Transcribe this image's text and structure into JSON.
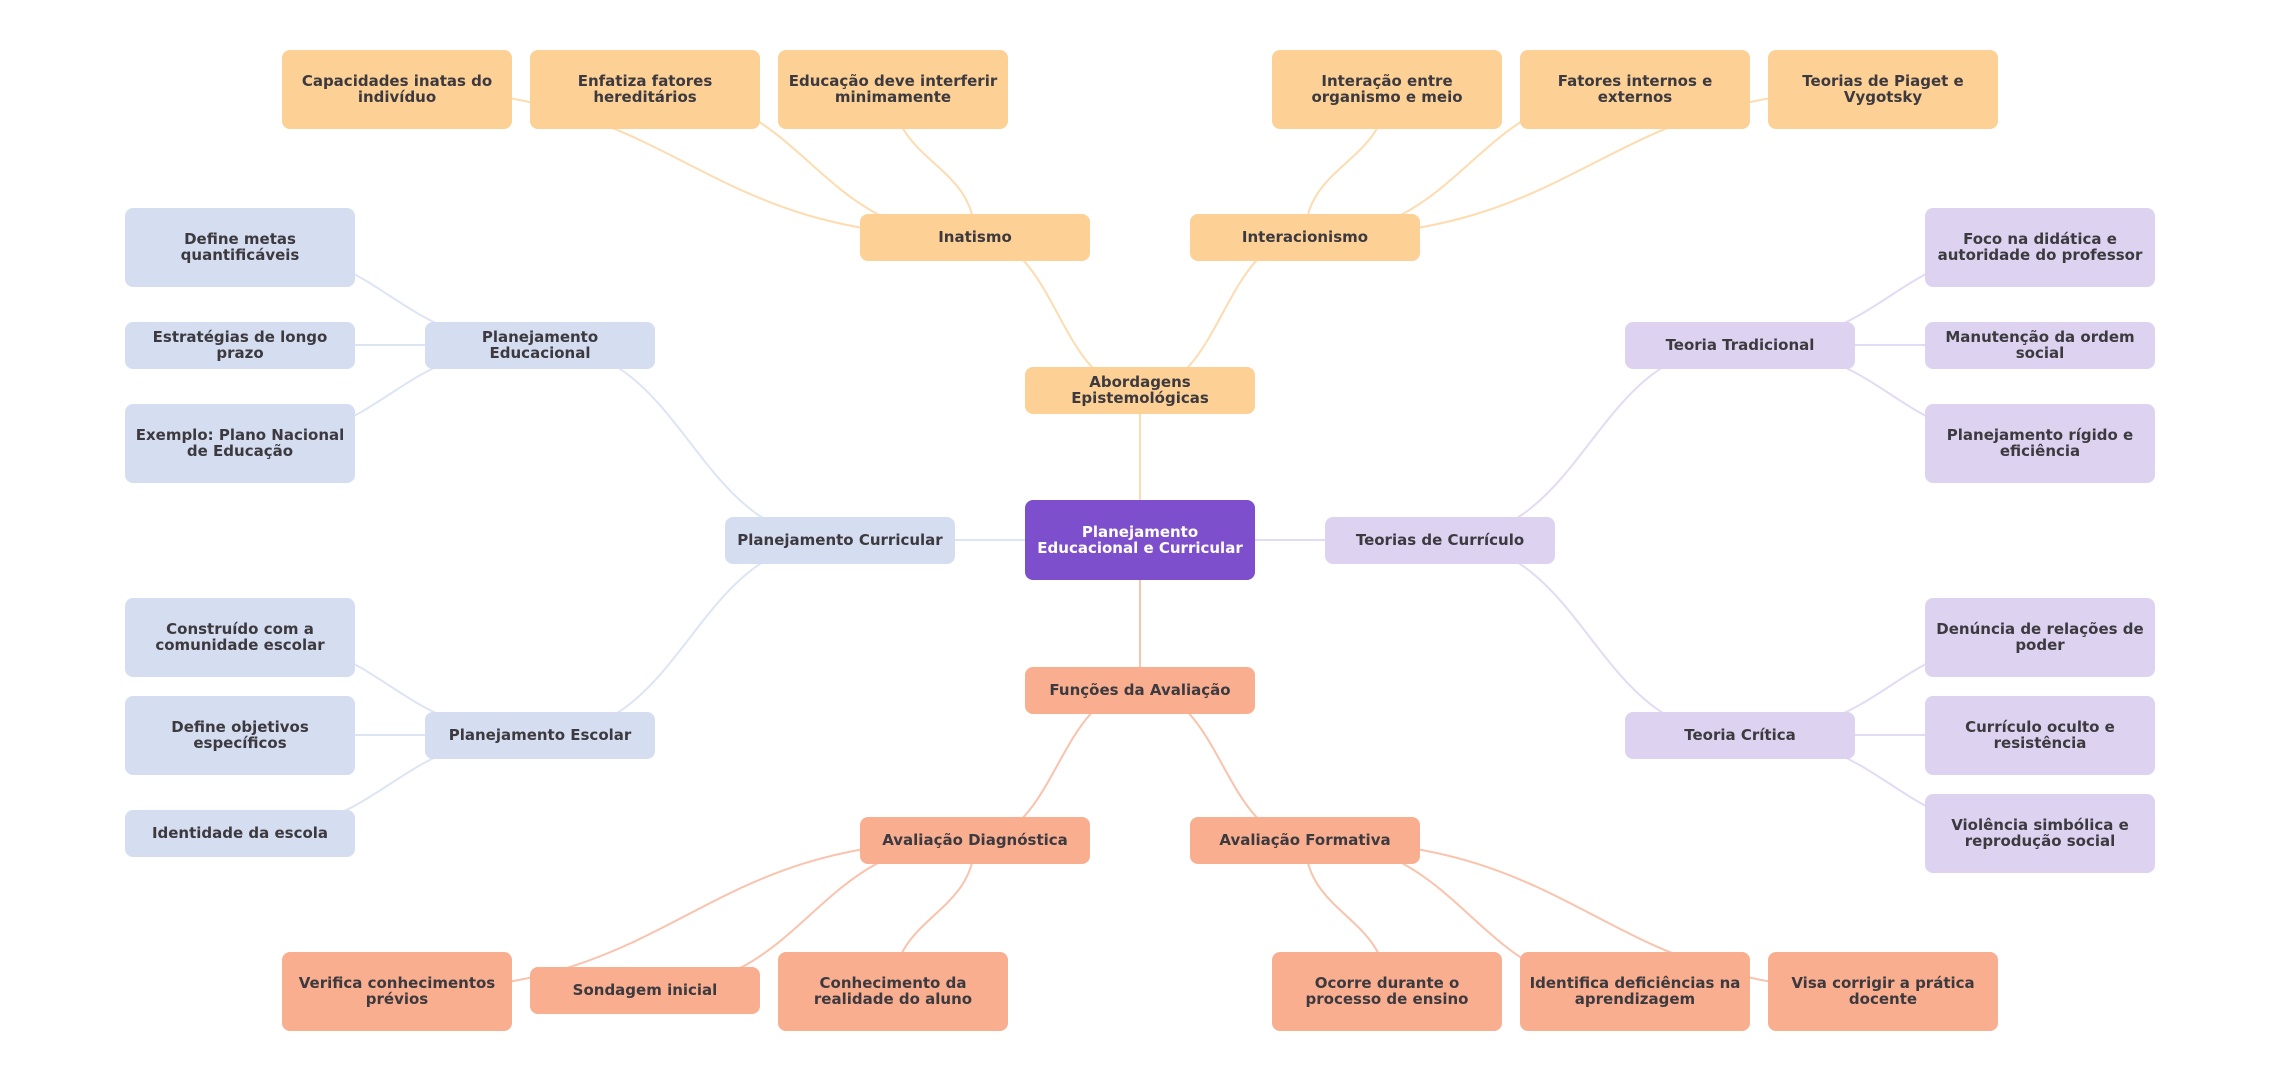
{
  "title": "Planejamento Educacional e Curricular",
  "colors": {
    "root_fill": "#7e4fcc",
    "root_text": "#ffffff",
    "text": "#3d3a3f",
    "orange_fill": "#fdd095",
    "orange_edge": "#fddcb0",
    "salmon_fill": "#f9ae90",
    "salmon_edge": "#f9c3ad",
    "blue_fill": "#d5ddf1",
    "blue_edge": "#dde5f5",
    "lavender_fill": "#ddd3f1",
    "lavender_edge": "#e3dbf4"
  },
  "nodes": [
    {
      "id": "root",
      "label": "Planejamento Educacional e Curricular",
      "branch": "root"
    },
    {
      "id": "abordagens",
      "label": "Abordagens Epistemológicas",
      "branch": "orange",
      "parent": "root"
    },
    {
      "id": "inatismo",
      "label": "Inatismo",
      "branch": "orange",
      "parent": "abordagens"
    },
    {
      "id": "inat1",
      "label": "Capacidades inatas do indivíduo",
      "branch": "orange",
      "parent": "inatismo"
    },
    {
      "id": "inat2",
      "label": "Enfatiza fatores hereditários",
      "branch": "orange",
      "parent": "inatismo"
    },
    {
      "id": "inat3",
      "label": "Educação deve interferir minimamente",
      "branch": "orange",
      "parent": "inatismo"
    },
    {
      "id": "interacionismo",
      "label": "Interacionismo",
      "branch": "orange",
      "parent": "abordagens"
    },
    {
      "id": "int1",
      "label": "Interação entre organismo e meio",
      "branch": "orange",
      "parent": "interacionismo"
    },
    {
      "id": "int2",
      "label": "Fatores internos e externos",
      "branch": "orange",
      "parent": "interacionismo"
    },
    {
      "id": "int3",
      "label": "Teorias de Piaget e Vygotsky",
      "branch": "orange",
      "parent": "interacionismo"
    },
    {
      "id": "plancurr",
      "label": "Planejamento Curricular",
      "branch": "blue",
      "parent": "root"
    },
    {
      "id": "planedu",
      "label": "Planejamento Educacional",
      "branch": "blue",
      "parent": "plancurr"
    },
    {
      "id": "pe1",
      "label": "Define metas quantificáveis",
      "branch": "blue",
      "parent": "planedu"
    },
    {
      "id": "pe2",
      "label": "Estratégias de longo prazo",
      "branch": "blue",
      "parent": "planedu"
    },
    {
      "id": "pe3",
      "label": "Exemplo: Plano Nacional de Educação",
      "branch": "blue",
      "parent": "planedu"
    },
    {
      "id": "planesc",
      "label": "Planejamento Escolar",
      "branch": "blue",
      "parent": "plancurr"
    },
    {
      "id": "ps1",
      "label": "Construído com a comunidade escolar",
      "branch": "blue",
      "parent": "planesc"
    },
    {
      "id": "ps2",
      "label": "Define objetivos específicos",
      "branch": "blue",
      "parent": "planesc"
    },
    {
      "id": "ps3",
      "label": "Identidade da escola",
      "branch": "blue",
      "parent": "planesc"
    },
    {
      "id": "teorias",
      "label": "Teorias de Currículo",
      "branch": "lavender",
      "parent": "root"
    },
    {
      "id": "tradicional",
      "label": "Teoria Tradicional",
      "branch": "lavender",
      "parent": "teorias"
    },
    {
      "id": "tt1",
      "label": "Foco na didática e autoridade do professor",
      "branch": "lavender",
      "parent": "tradicional"
    },
    {
      "id": "tt2",
      "label": "Manutenção da ordem social",
      "branch": "lavender",
      "parent": "tradicional"
    },
    {
      "id": "tt3",
      "label": "Planejamento rígido e eficiência",
      "branch": "lavender",
      "parent": "tradicional"
    },
    {
      "id": "critica",
      "label": "Teoria Crítica",
      "branch": "lavender",
      "parent": "teorias"
    },
    {
      "id": "tc1",
      "label": "Denúncia de relações de poder",
      "branch": "lavender",
      "parent": "critica"
    },
    {
      "id": "tc2",
      "label": "Currículo oculto e resistência",
      "branch": "lavender",
      "parent": "critica"
    },
    {
      "id": "tc3",
      "label": "Violência simbólica e reprodução social",
      "branch": "lavender",
      "parent": "critica"
    },
    {
      "id": "funcoes",
      "label": "Funções da Avaliação",
      "branch": "salmon",
      "parent": "root"
    },
    {
      "id": "diagnostica",
      "label": "Avaliação Diagnóstica",
      "branch": "salmon",
      "parent": "funcoes"
    },
    {
      "id": "ad1",
      "label": "Verifica conhecimentos prévios",
      "branch": "salmon",
      "parent": "diagnostica"
    },
    {
      "id": "ad2",
      "label": "Sondagem inicial",
      "branch": "salmon",
      "parent": "diagnostica"
    },
    {
      "id": "ad3",
      "label": "Conhecimento da realidade do aluno",
      "branch": "salmon",
      "parent": "diagnostica"
    },
    {
      "id": "formativa",
      "label": "Avaliação Formativa",
      "branch": "salmon",
      "parent": "funcoes"
    },
    {
      "id": "af1",
      "label": "Ocorre durante o processo de ensino",
      "branch": "salmon",
      "parent": "formativa"
    },
    {
      "id": "af2",
      "label": "Identifica deficiências na aprendizagem",
      "branch": "salmon",
      "parent": "formativa"
    },
    {
      "id": "af3",
      "label": "Visa corrigir a prática docente",
      "branch": "salmon",
      "parent": "formativa"
    }
  ]
}
